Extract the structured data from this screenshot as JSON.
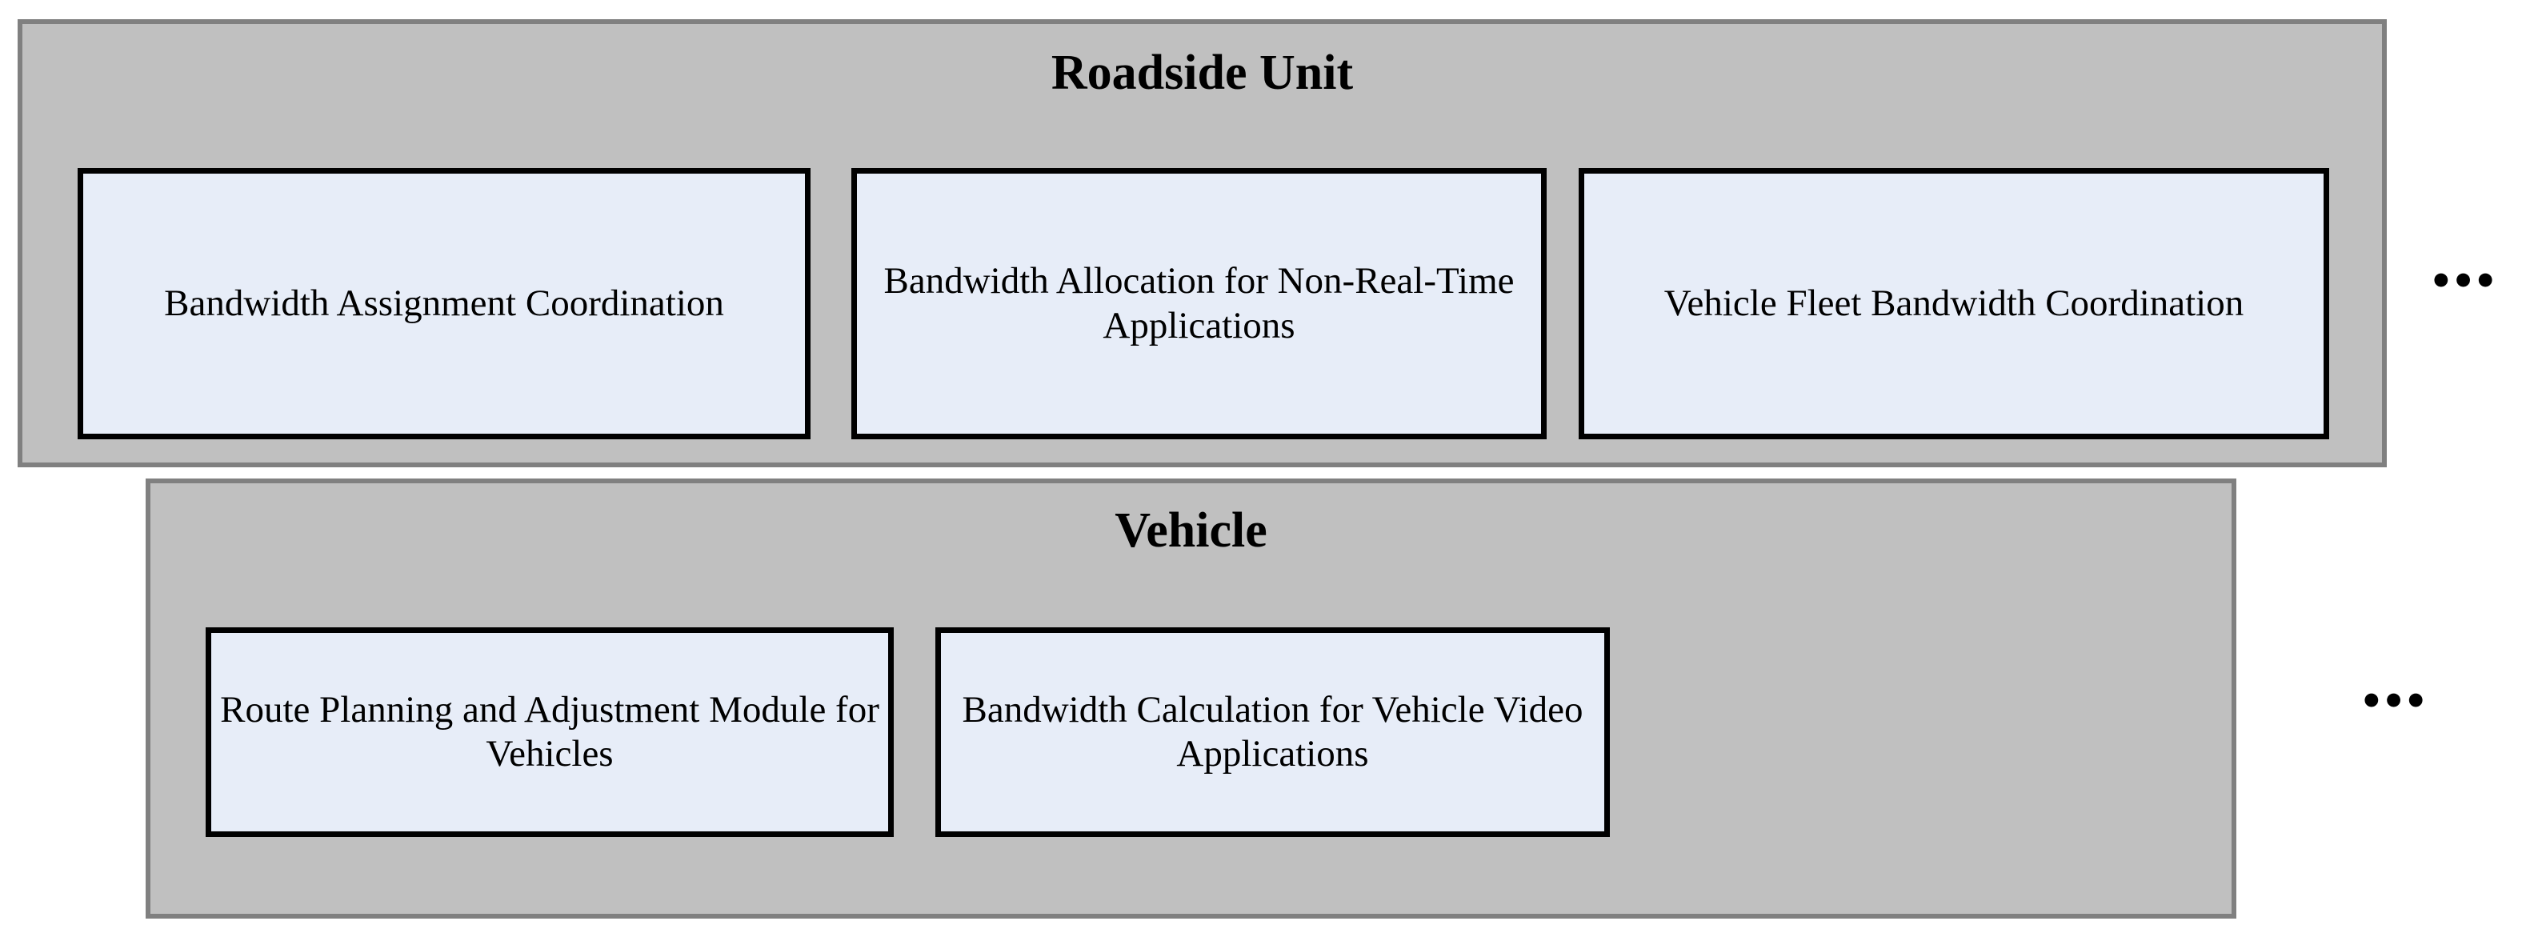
{
  "diagram": {
    "type": "block-diagram",
    "background_color": "#ffffff",
    "group_fill_color": "#c0c0c0",
    "group_border_color": "#808080",
    "module_fill_color": "#e7edf8",
    "module_border_color": "#000000",
    "text_color": "#000000",
    "groups": [
      {
        "id": "roadside-unit",
        "title": "Roadside Unit",
        "modules": [
          {
            "label": "Bandwidth Assignment Coordination"
          },
          {
            "label": "Bandwidth Allocation for Non-Real-Time Applications"
          },
          {
            "label": "Vehicle Fleet Bandwidth Coordination"
          }
        ],
        "continuation": "•••"
      },
      {
        "id": "vehicle",
        "title": "Vehicle",
        "modules": [
          {
            "label": "Route Planning and Adjustment Module for Vehicles"
          },
          {
            "label": "Bandwidth Calculation for Vehicle Video Applications"
          }
        ],
        "continuation": "•••"
      }
    ]
  }
}
